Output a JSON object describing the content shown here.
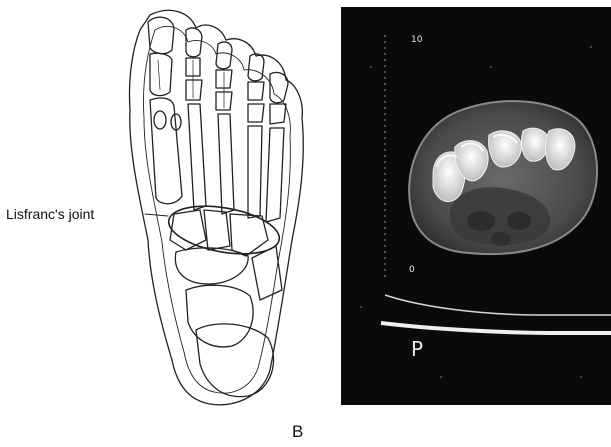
{
  "figure": {
    "label": "B"
  },
  "illustration": {
    "annotation": "Lisfranc's joint"
  },
  "ct_image": {
    "scale_top": "10",
    "scale_bottom": "0",
    "orientation_letter": "P"
  }
}
